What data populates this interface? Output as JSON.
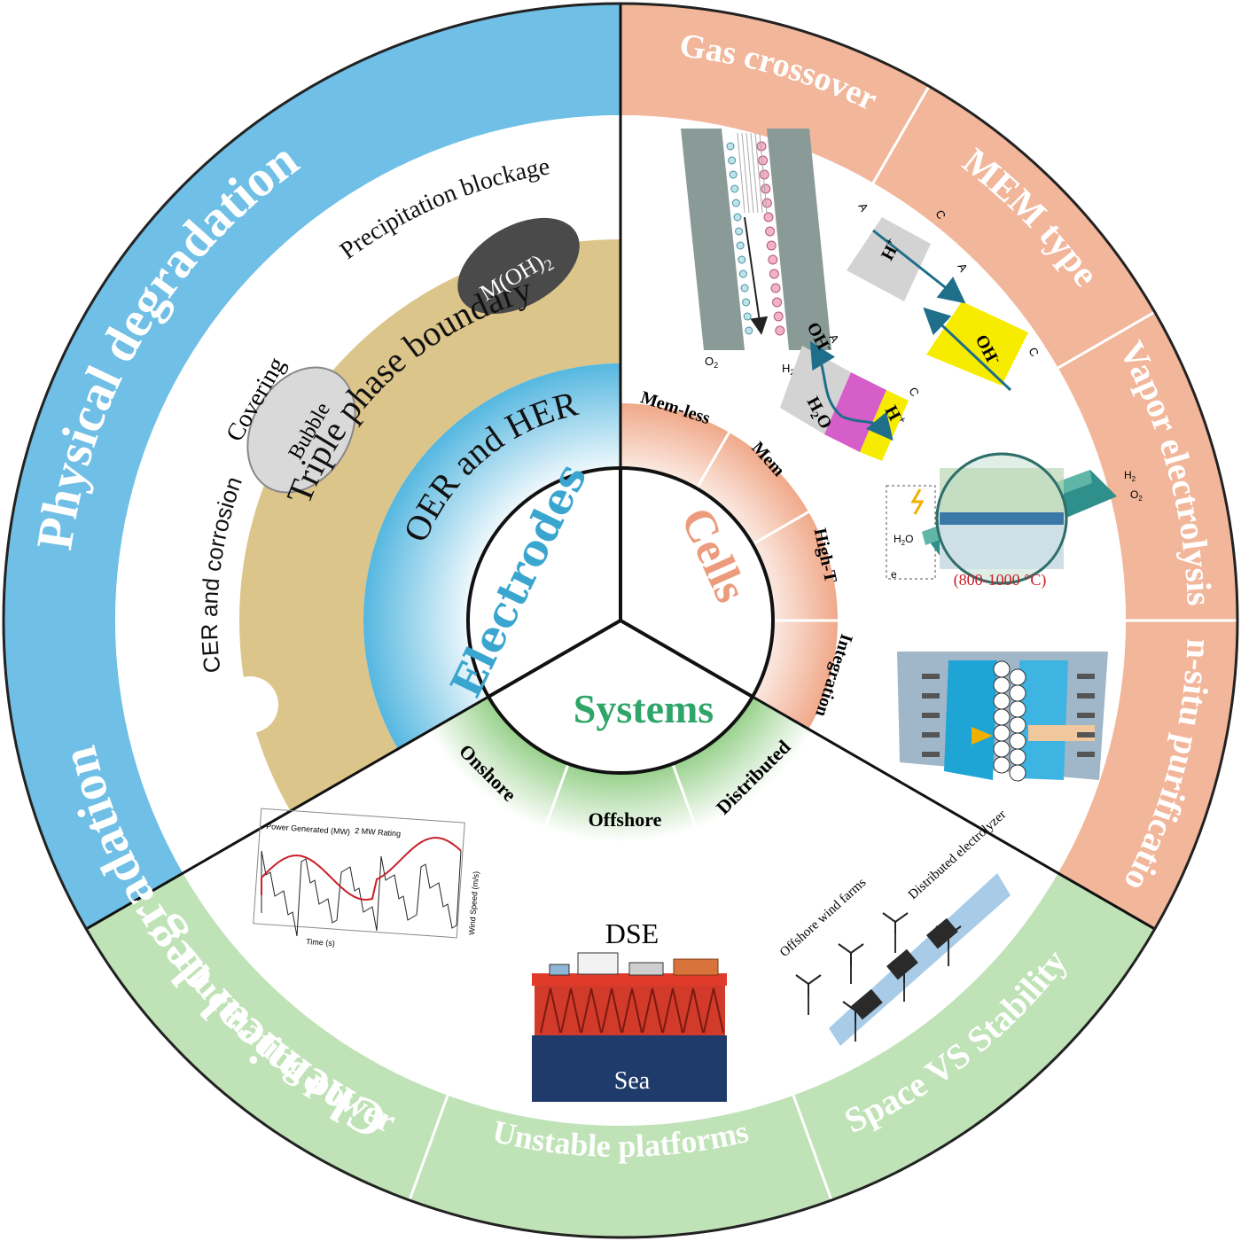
{
  "colors": {
    "blue": "#6fbfe6",
    "salmon": "#f2b69a",
    "salmon_light": "#f7cdb8",
    "green": "#bfe3b6",
    "green_dark": "#8ecb85",
    "khaki": "#dcc58a",
    "hub_blue": "#3aa6cf",
    "cells_text": "#ec9b7c",
    "systems_text": "#2fa56a",
    "yellow": "#f7ec00",
    "magenta": "#d65ec9",
    "navy": "#1f3b6b",
    "red_frame": "#c81e28"
  },
  "hub": {
    "electrodes": "Electrodes",
    "cells": "Cells",
    "systems": "Systems"
  },
  "electrodes": {
    "outer_left": "Chemical degradation",
    "outer_top": "Physical degradation",
    "inner_ring": "OER and HER",
    "tpb": "Triple phase boundary",
    "precipitation": "Precipitation blockage",
    "mohh": "M(OH)",
    "mohh_sub": "2",
    "covering": "Covering",
    "bubble": "Bubble",
    "cer": "CER and corrosion"
  },
  "cells": {
    "outer": [
      "Gas crossover",
      "MEM type",
      "Vapor electrolysis",
      "In-situ purification"
    ],
    "inner": [
      "Mem-less",
      "Mem",
      "High-T",
      "Integration"
    ],
    "memless_o2": "O",
    "memless_h2": "H",
    "mem_h": "H",
    "mem_oh": "OH",
    "mem_h2o": "H",
    "mem_letters": [
      "A",
      "C",
      "A",
      "C",
      "A",
      "C"
    ],
    "hight_temp": "(800-1000 °C)",
    "hight_h2": "H",
    "hight_o2": "O",
    "hight_h2o": "H",
    "hight_e": "e"
  },
  "systems": {
    "outer": [
      "Fluctuating power",
      "Unstable platforms",
      "Space VS Stability"
    ],
    "inner": [
      "Onshore",
      "Offshore",
      "Distributed"
    ],
    "dse": "DSE",
    "sea": "Sea",
    "wind_farms": "Offshore wind farms",
    "distributed_electrolyzer": "Distributed electrolyzer",
    "chart_power": "Power Generated (MW)",
    "chart_time": "Time (s)",
    "chart_wind": "Wind Speed (m/s)",
    "chart_rating": "2 MW Rating"
  }
}
